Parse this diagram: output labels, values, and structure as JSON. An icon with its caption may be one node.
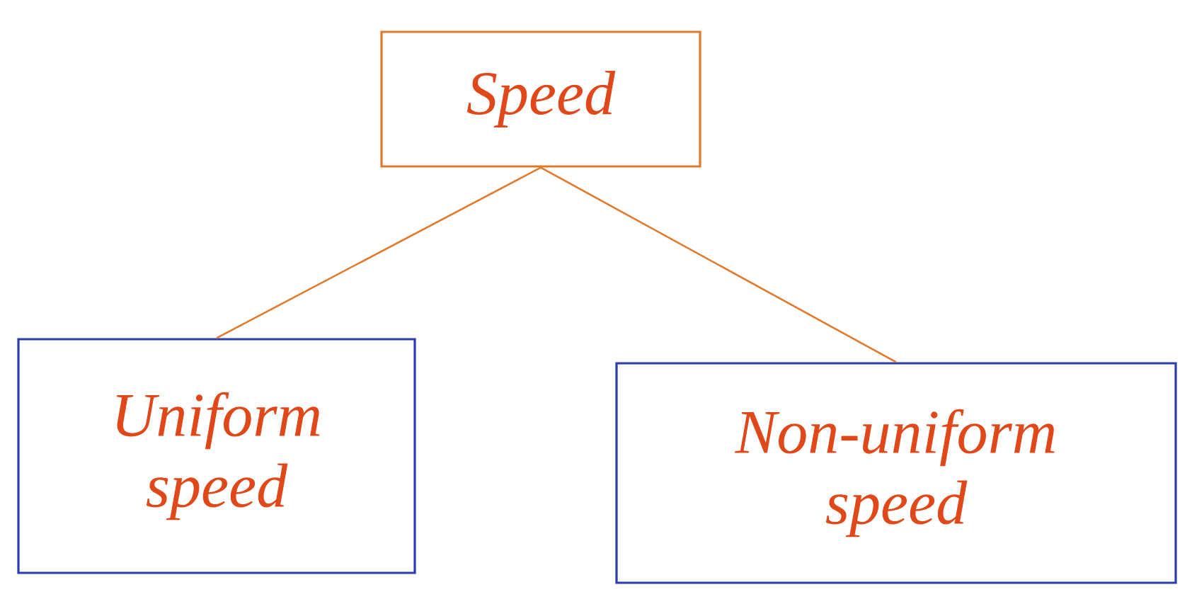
{
  "diagram": {
    "nodes": [
      {
        "text": [
          "Speed"
        ]
      },
      {
        "text": [
          "Uniform speed"
        ]
      },
      {
        "text": [
          "Non-uniform speed"
        ]
      }
    ],
    "edges": [
      {
        "from": 0,
        "to": 1,
        "arrow": "none"
      },
      {
        "from": 0,
        "to": 2,
        "arrow": "none"
      }
    ]
  }
}
